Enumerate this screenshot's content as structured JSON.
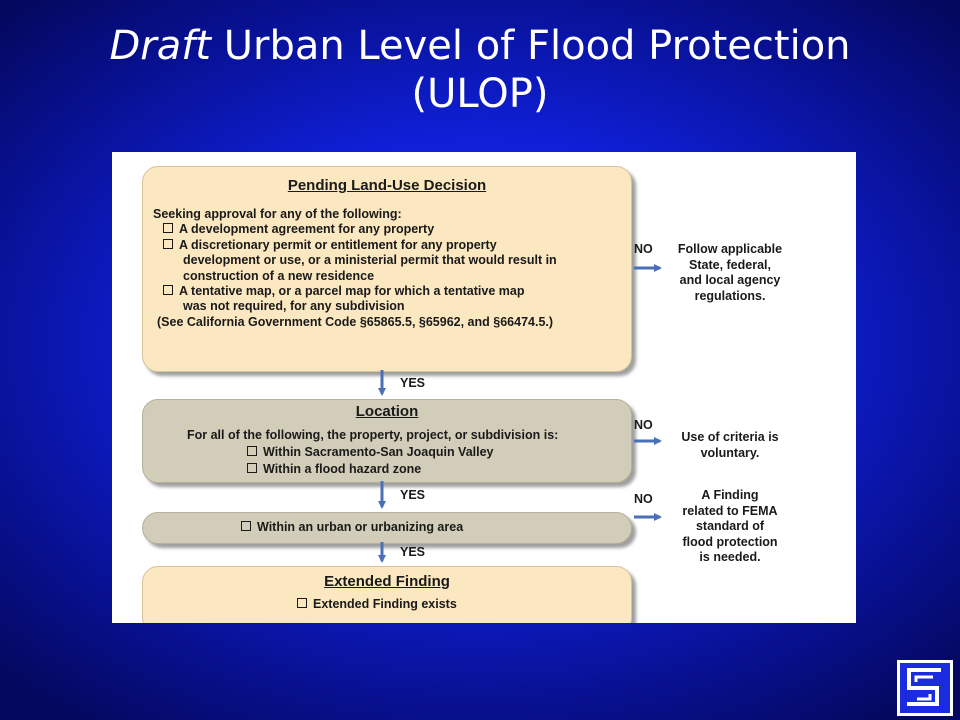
{
  "title": {
    "italic_part": "Draft",
    "rest_line1": " Urban Level of Flood Protection",
    "line2": "(ULOP)"
  },
  "flowchart": {
    "box1": {
      "title": "Pending Land-Use Decision",
      "intro": "Seeking approval for any of the following:",
      "items": [
        [
          "A development agreement for any property"
        ],
        [
          "A discretionary permit or entitlement for any property",
          "development or use, or a ministerial permit that would result in",
          "construction of a new residence"
        ],
        [
          "A tentative map, or a parcel map for which a tentative map",
          "was not required, for any subdivision"
        ]
      ],
      "footnote": "(See California Government Code §65865.5, §65962, and §66474.5.)"
    },
    "box2": {
      "title": "Location",
      "intro": "For all of the following, the property, project, or subdivision is:",
      "items": [
        "Within Sacramento-San Joaquin Valley",
        "Within a flood hazard zone"
      ]
    },
    "box3": {
      "item": "Within an urban or urbanizing area"
    },
    "box4": {
      "title": "Extended Finding",
      "item": "Extended Finding exists"
    },
    "yes_labels": [
      "YES",
      "YES",
      "YES"
    ],
    "no_labels": [
      "NO",
      "NO",
      "NO"
    ],
    "outcomes": [
      [
        "Follow applicable",
        "State, federal,",
        "and local agency",
        "regulations."
      ],
      [
        "Use of criteria is",
        "voluntary."
      ],
      [
        "A Finding",
        "related to FEMA",
        "standard of",
        "flood protection",
        "is needed."
      ]
    ]
  },
  "colors": {
    "background": "#0f1fd6",
    "beige_box": "#fbe7c0",
    "gray_box": "#d2cdb8",
    "arrow": "#4a6fb5",
    "logo": "#1a2be0"
  },
  "logo_icon": "organization-logo-icon"
}
